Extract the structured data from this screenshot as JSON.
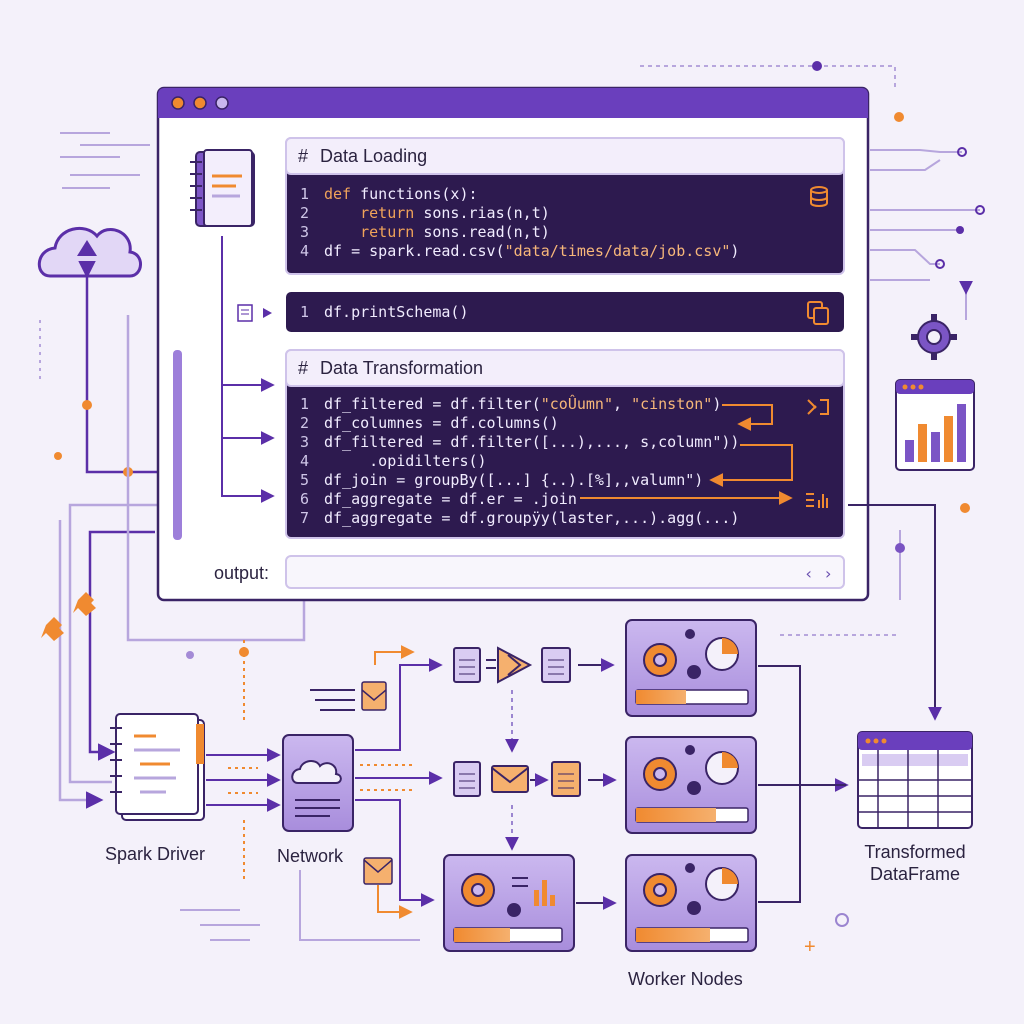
{
  "cells": [
    {
      "header": "Data Loading",
      "lines": [
        {
          "n": "1",
          "text": "def functions(x):"
        },
        {
          "n": "2",
          "text": "    return sons.rias(n,t)"
        },
        {
          "n": "3",
          "text": "    return sons.read(n,t)"
        },
        {
          "n": "4",
          "text": "df = spark.read.csv(\"data/times/data/job.csv\")"
        }
      ],
      "icon": "database-icon"
    },
    {
      "header": "",
      "lines": [
        {
          "n": "1",
          "text": "df.printSchema()"
        }
      ],
      "icon": "copy-icon"
    },
    {
      "header": "Data Transformation",
      "lines": [
        {
          "n": "1",
          "text": "df_filtered = df.filter(\"coÛumn\", \"cinston\")"
        },
        {
          "n": "2",
          "text": "df_columnes = df.columns()"
        },
        {
          "n": "3",
          "text": "df_filtered = df.filter([...),..., s,column\"))"
        },
        {
          "n": "4",
          "text": "     .opidilters()"
        },
        {
          "n": "5",
          "text": "df_join = groupBy([...] {..).[%],,valumn\")"
        },
        {
          "n": "6",
          "text": "df_aggregate = df.er = .join"
        },
        {
          "n": "7",
          "text": "df_aggregate = df.groupÿy(laster,...).agg(...)"
        }
      ],
      "icon": "chart-list-icon"
    }
  ],
  "output": {
    "label": "output:",
    "value": "",
    "icon": "code-brackets-icon"
  },
  "nodes": {
    "driver": "Spark Driver",
    "network": "Network",
    "workers": "Worker Nodes",
    "result_line1": "Transformed",
    "result_line2": "DataFrame"
  },
  "colors": {
    "purple": "#5b2fa8",
    "dark": "#2a1747",
    "lavender": "#d9ccf2",
    "orange": "#f08a30",
    "bg": "#f4f1fa"
  }
}
